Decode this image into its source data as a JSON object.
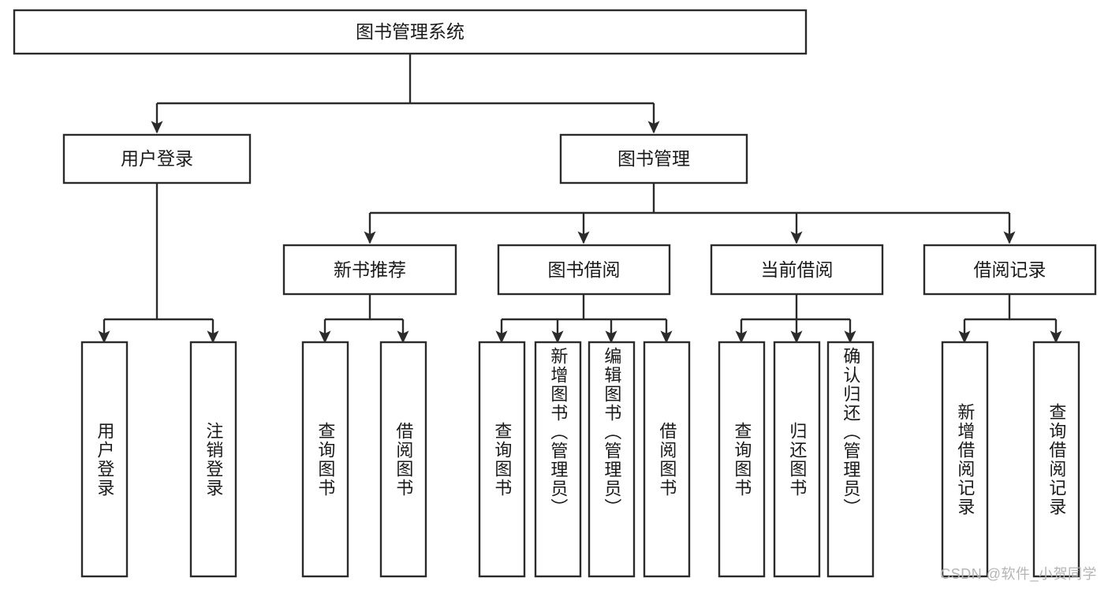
{
  "diagram": {
    "type": "tree-hierarchy",
    "title": "图书管理系统",
    "watermark": "CSDN @软件_小贺同学",
    "colors": {
      "stroke": "#2b2b2b",
      "fill": "#ffffff",
      "text": "#1a1a1a",
      "watermark": "#b4b4b4"
    },
    "nodes": {
      "root": {
        "label": "图书管理系统"
      },
      "level2": [
        {
          "label": "用户登录"
        },
        {
          "label": "图书管理"
        }
      ],
      "level3": [
        {
          "label": "新书推荐"
        },
        {
          "label": "图书借阅"
        },
        {
          "label": "当前借阅"
        },
        {
          "label": "借阅记录"
        }
      ],
      "leaves": [
        {
          "label": "用户登录",
          "parent": "用户登录"
        },
        {
          "label": "注销登录",
          "parent": "用户登录"
        },
        {
          "label": "查询图书",
          "parent": "新书推荐"
        },
        {
          "label": "借阅图书",
          "parent": "新书推荐"
        },
        {
          "label": "查询图书",
          "parent": "图书借阅"
        },
        {
          "label": "新增图书（管理员）",
          "parent": "图书借阅"
        },
        {
          "label": "编辑图书（管理员）",
          "parent": "图书借阅"
        },
        {
          "label": "借阅图书",
          "parent": "图书借阅"
        },
        {
          "label": "查询图书",
          "parent": "当前借阅"
        },
        {
          "label": "归还图书",
          "parent": "当前借阅"
        },
        {
          "label": "确认归还（管理员）",
          "parent": "当前借阅"
        },
        {
          "label": "新增借阅记录",
          "parent": "借阅记录"
        },
        {
          "label": "查询借阅记录",
          "parent": "借阅记录"
        }
      ]
    }
  }
}
